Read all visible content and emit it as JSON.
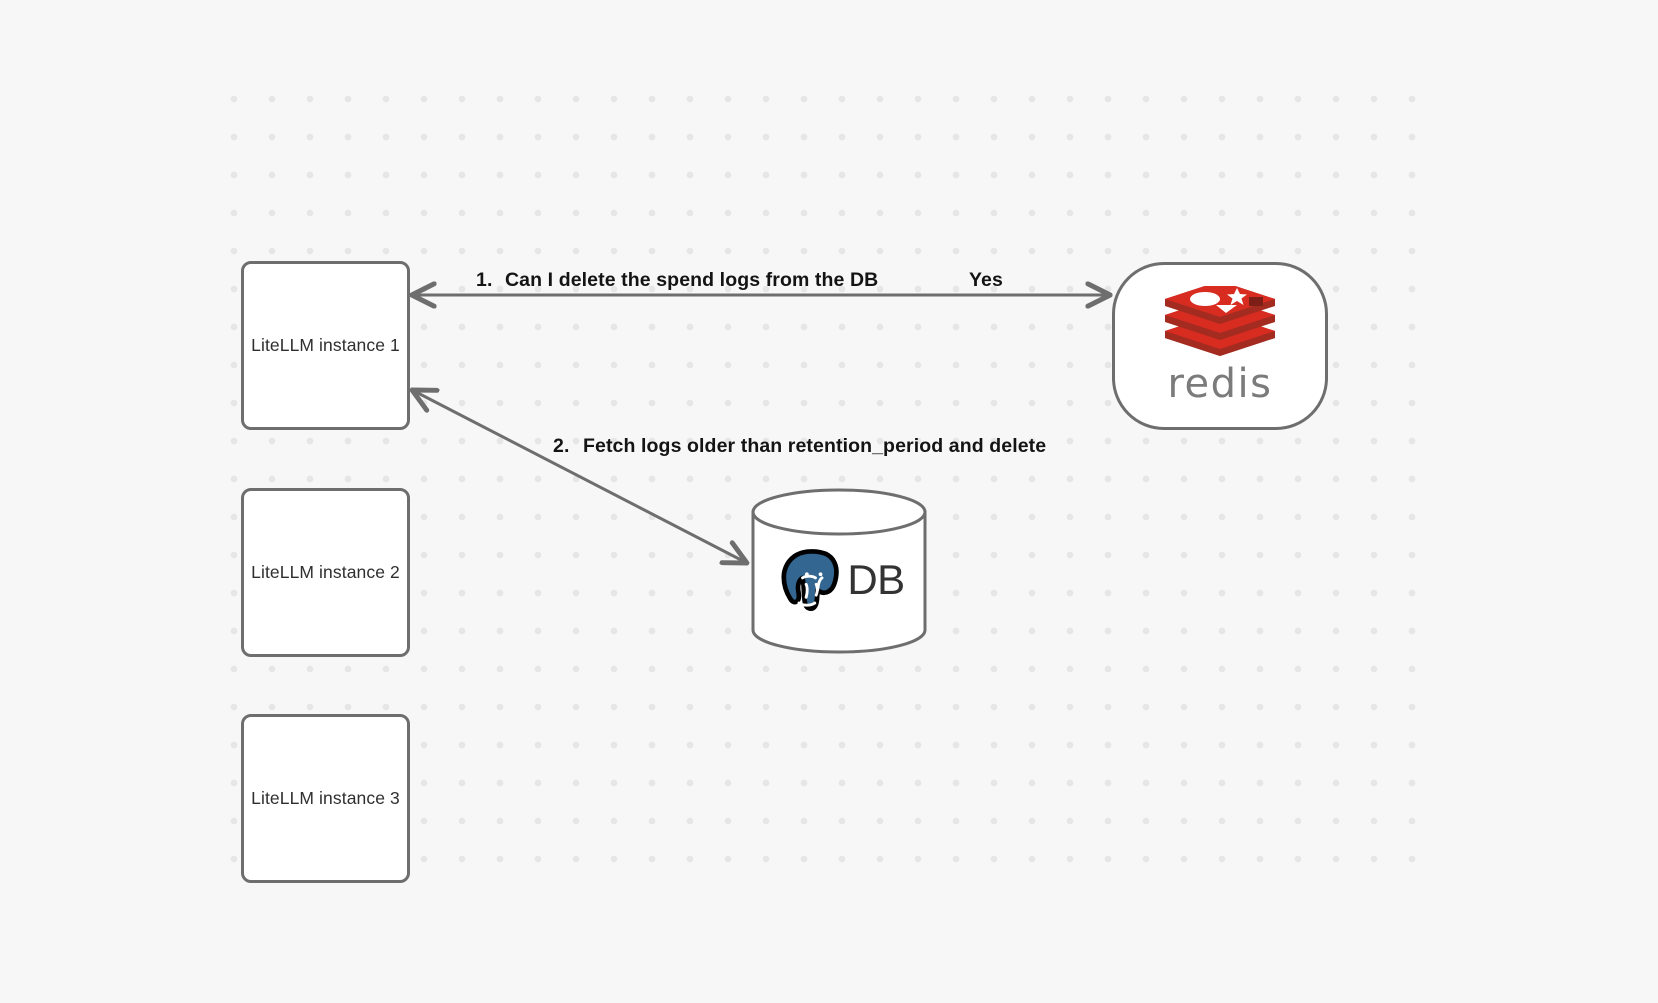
{
  "canvas": {
    "background_color": "#f7f7f7",
    "dot_color": "#e6e6e6",
    "stroke_color": "#6e6e6e"
  },
  "nodes": [
    {
      "id": "litellm-1",
      "label": "LiteLLM instance 1",
      "shape": "rounded-rect"
    },
    {
      "id": "litellm-2",
      "label": "LiteLLM instance 2",
      "shape": "rounded-rect"
    },
    {
      "id": "litellm-3",
      "label": "LiteLLM instance 3",
      "shape": "rounded-rect"
    },
    {
      "id": "redis",
      "label": "redis",
      "shape": "stadium",
      "logo": "redis-logo",
      "logo_color": "#d82c20",
      "wordmark_color": "#7b7b7b"
    },
    {
      "id": "db",
      "label": "DB",
      "shape": "cylinder",
      "logo": "postgresql-elephant-icon",
      "logo_color": "#336791",
      "text_color": "#333333"
    }
  ],
  "edges": [
    {
      "id": "edge-1",
      "from": "litellm-1",
      "to": "redis",
      "direction": "bidirectional",
      "number": "1.",
      "label": "Can I delete the spend logs from the DB",
      "secondary_label": "Yes"
    },
    {
      "id": "edge-2",
      "from": "litellm-1",
      "to": "db",
      "direction": "bidirectional",
      "number": "2.",
      "label": "Fetch logs older than retention_period and delete"
    }
  ],
  "labels": {
    "step1_number": "1.",
    "step1_text": "Can I delete the spend logs from the DB",
    "step1_yes": "Yes",
    "step2_number": "2.",
    "step2_text": "Fetch logs older than retention_period and delete",
    "redis_wordmark": "redis",
    "db_text": "DB",
    "litellm_1": "LiteLLM instance 1",
    "litellm_2": "LiteLLM instance 2",
    "litellm_3": "LiteLLM instance 3"
  }
}
